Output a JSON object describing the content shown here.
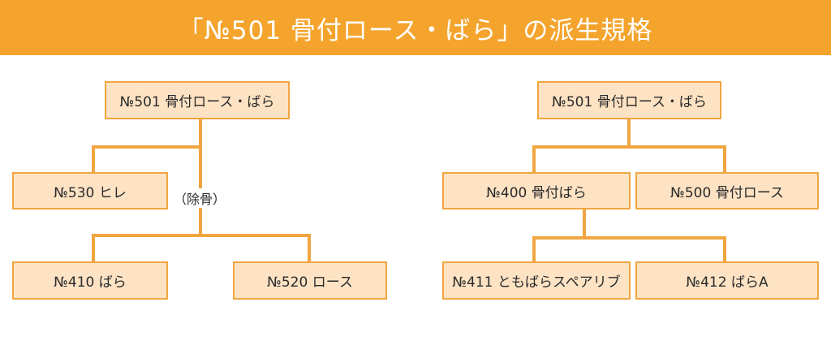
{
  "title": "「№501 骨付ロース・ばら」の派生規格",
  "colors": {
    "banner": "#f4a42d",
    "box_fill": "#fde3c4",
    "box_border": "#f1a540",
    "connector": "#f1a540"
  },
  "left_tree": {
    "root": "№501 骨付ロース・ばら",
    "branch_a": "№530 ヒレ",
    "deboned_label": "（除骨）",
    "child_a": "№410 ばら",
    "child_b": "№520 ロース"
  },
  "right_tree": {
    "root": "№501 骨付ロース・ばら",
    "branch_a": "№400 骨付ばら",
    "branch_b": "№500 骨付ロース",
    "child_a": "№411 ともばらスペアリブ",
    "child_b": "№412 ばらA"
  }
}
